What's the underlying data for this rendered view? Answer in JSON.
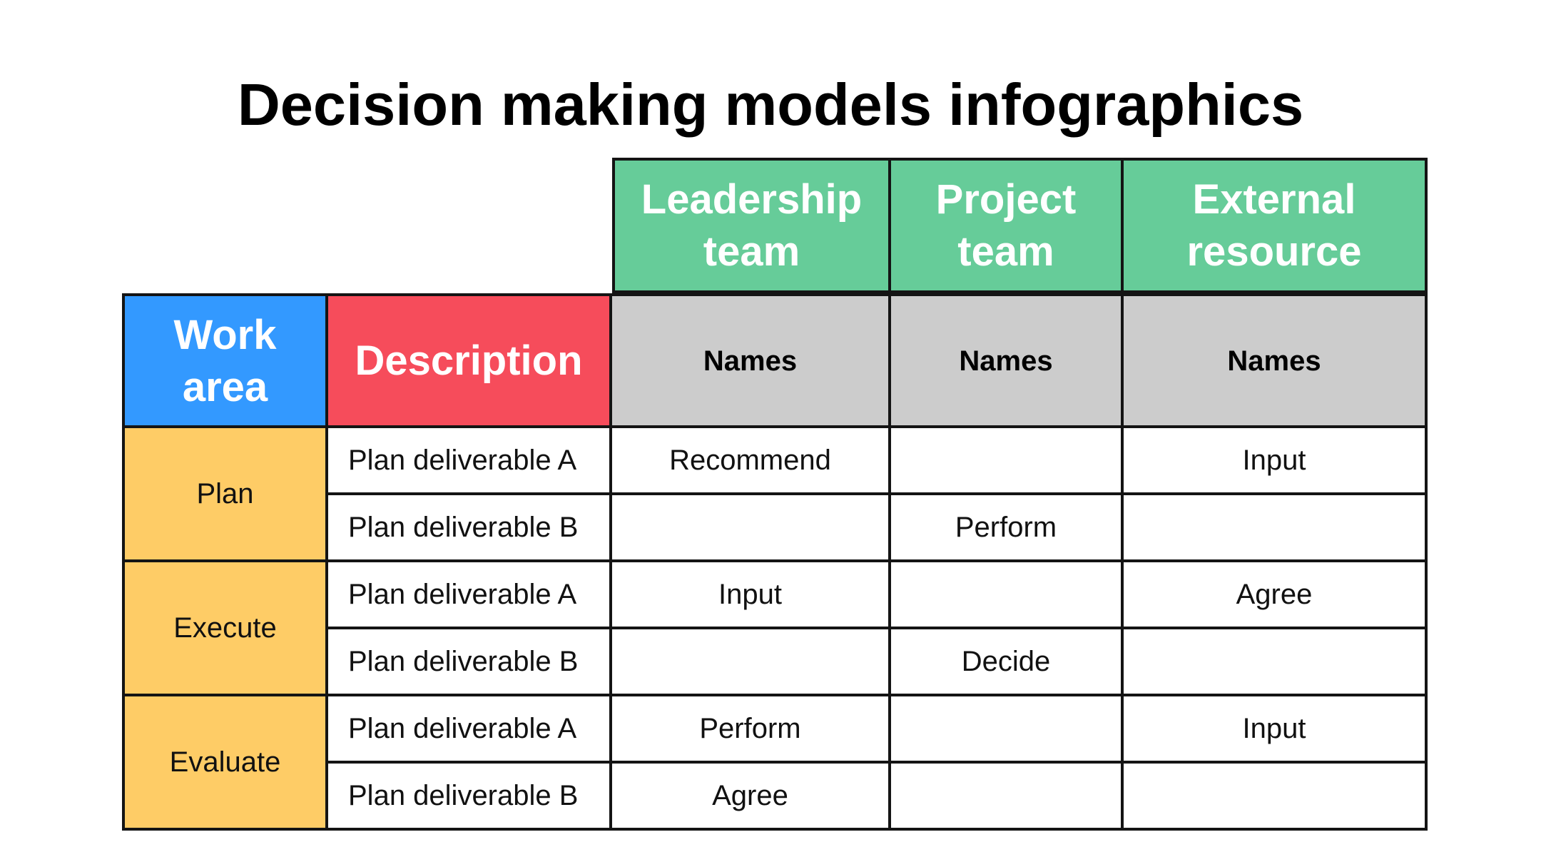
{
  "title": "Decision making models infographics",
  "groups": [
    {
      "label": "Leadership\nteam",
      "names": "Names"
    },
    {
      "label": "Project\nteam",
      "names": "Names"
    },
    {
      "label": "External\nresource",
      "names": "Names"
    }
  ],
  "headers": {
    "work_area": "Work\narea",
    "description": "Description"
  },
  "work_areas": [
    "Plan",
    "Execute",
    "Evaluate"
  ],
  "rows": [
    {
      "description": "Plan deliverable A",
      "cells": [
        "Recommend",
        "",
        "Input"
      ]
    },
    {
      "description": "Plan deliverable B",
      "cells": [
        "",
        "Perform",
        ""
      ]
    },
    {
      "description": "Plan deliverable A",
      "cells": [
        "Input",
        "",
        "Agree"
      ]
    },
    {
      "description": "Plan deliverable B",
      "cells": [
        "",
        "Decide",
        ""
      ]
    },
    {
      "description": "Plan deliverable A",
      "cells": [
        "Perform",
        "",
        "Input"
      ]
    },
    {
      "description": "Plan deliverable B",
      "cells": [
        "Agree",
        "",
        ""
      ]
    }
  ],
  "colors": {
    "group_header": "#66cc99",
    "work_area_header": "#3399ff",
    "description_header": "#f64c5b",
    "names_row": "#cccccc",
    "work_area_cells": "#fecc66"
  }
}
